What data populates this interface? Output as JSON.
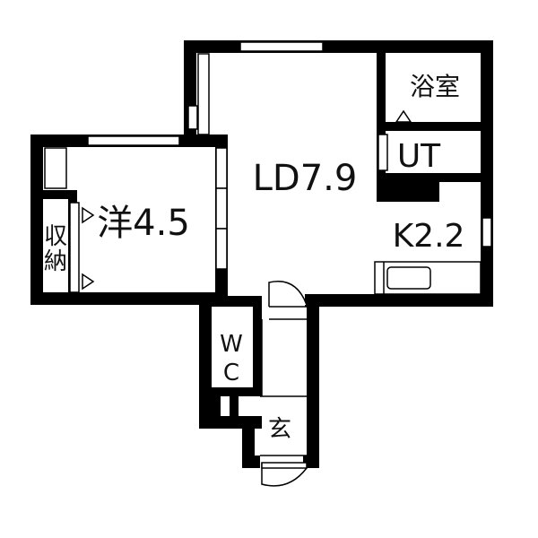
{
  "rooms": {
    "ld": "LD7.9",
    "western": "洋4.5",
    "bath": "浴室",
    "ut": "UT",
    "kitchen": "K2.2",
    "storage_1": "収",
    "storage_2": "納",
    "wc_1": "W",
    "wc_2": "C",
    "entrance": "玄"
  },
  "colors": {
    "wall": "#000000",
    "fill": "#ffffff",
    "text": "#111111"
  }
}
